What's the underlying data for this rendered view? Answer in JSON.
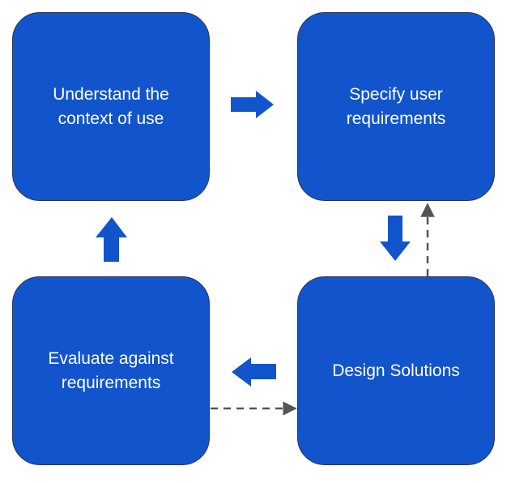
{
  "colors": {
    "box_fill": "#1254cc",
    "arrow_fill": "#1254cc",
    "dashed_arrow": "#555555"
  },
  "boxes": {
    "understand": {
      "label": "Understand the\ncontext of use"
    },
    "specify": {
      "label": "Specify user\nrequirements"
    },
    "evaluate": {
      "label": "Evaluate against\nrequirements"
    },
    "design": {
      "label": "Design Solutions"
    }
  },
  "arrows": [
    {
      "from": "understand",
      "to": "specify",
      "style": "solid",
      "direction": "right"
    },
    {
      "from": "specify",
      "to": "design",
      "style": "solid",
      "direction": "down"
    },
    {
      "from": "design",
      "to": "evaluate",
      "style": "solid",
      "direction": "left"
    },
    {
      "from": "evaluate",
      "to": "understand",
      "style": "solid",
      "direction": "up"
    },
    {
      "from": "design",
      "to": "specify",
      "style": "dashed",
      "direction": "up"
    },
    {
      "from": "evaluate",
      "to": "design",
      "style": "dashed",
      "direction": "right"
    }
  ]
}
